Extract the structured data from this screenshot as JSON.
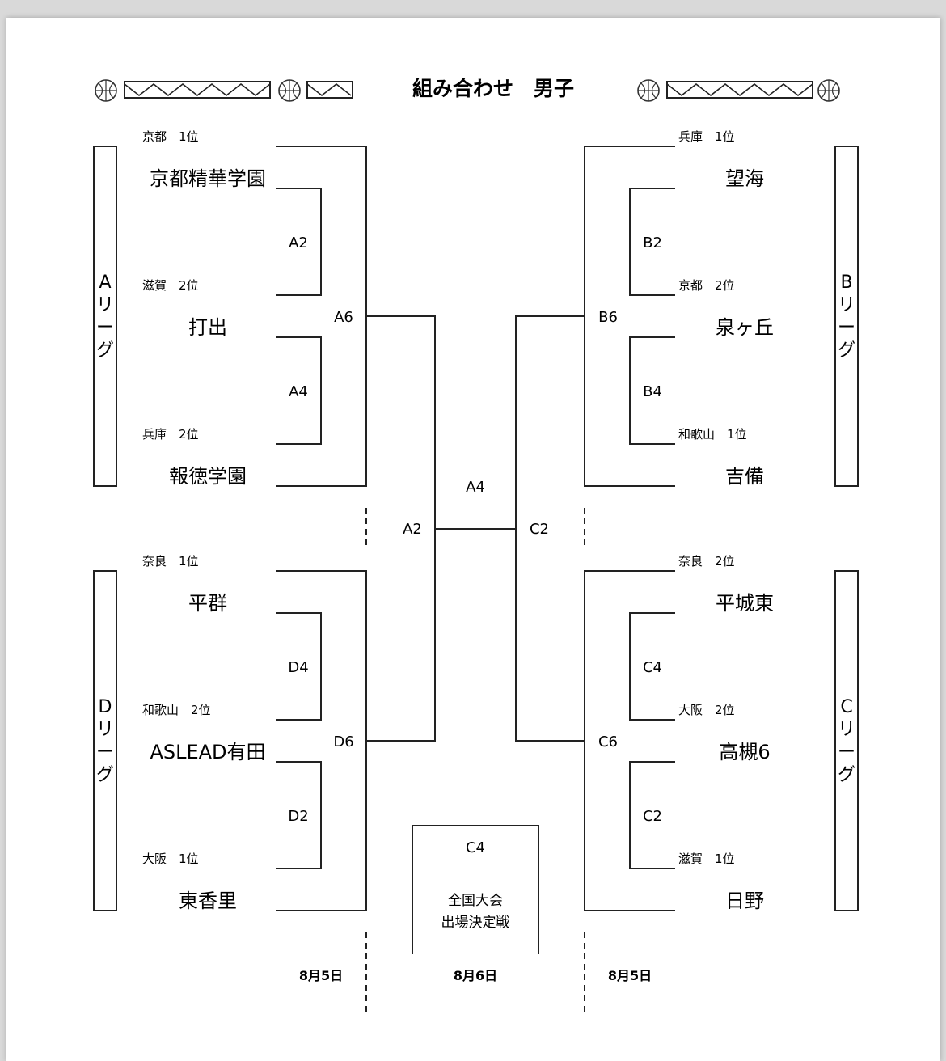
{
  "title": "組み合わせ　男子",
  "leagues": {
    "A": "Aリーグ",
    "B": "Bリーグ",
    "C": "Cリーグ",
    "D": "Dリーグ"
  },
  "left_top": {
    "seeds": [
      "京都　1位",
      "滋賀　2位",
      "兵庫　2位"
    ],
    "teams": [
      "京都精華学園",
      "打出",
      "報徳学園"
    ],
    "games": [
      "A2",
      "A4",
      "A6"
    ]
  },
  "right_top": {
    "seeds": [
      "兵庫　1位",
      "京都　2位",
      "和歌山　1位"
    ],
    "teams": [
      "望海",
      "泉ヶ丘",
      "吉備"
    ],
    "games": [
      "B2",
      "B4",
      "B6"
    ]
  },
  "left_bottom": {
    "seeds": [
      "奈良　1位",
      "和歌山　2位",
      "大阪　1位"
    ],
    "teams": [
      "平群",
      "ASLEAD有田",
      "東香里"
    ],
    "games": [
      "D4",
      "D2",
      "D6"
    ]
  },
  "right_bottom": {
    "seeds": [
      "奈良　2位",
      "大阪　2位",
      "滋賀　1位"
    ],
    "teams": [
      "平城東",
      "高槻6",
      "日野"
    ],
    "games": [
      "C4",
      "C2",
      "C6"
    ]
  },
  "center": {
    "semi_left": "A2",
    "semi_right": "C2",
    "final": "A4",
    "decision_game": "C4",
    "decision_label_1": "全国大会",
    "decision_label_2": "出場決定戦"
  },
  "dates": {
    "left": "8月5日",
    "center": "8月6日",
    "right": "8月5日"
  }
}
